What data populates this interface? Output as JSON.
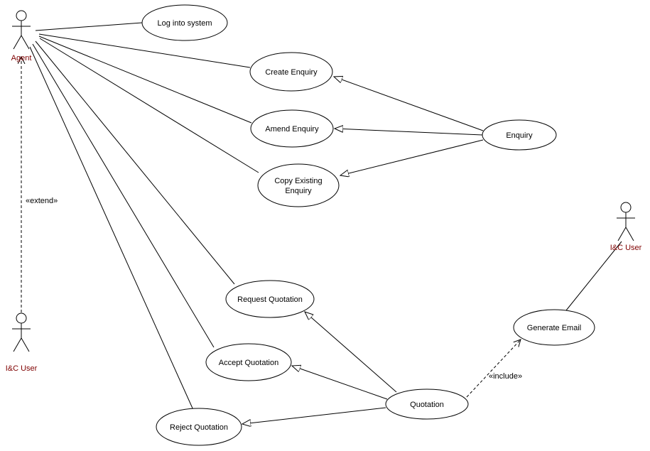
{
  "diagram": {
    "actors": {
      "agent": {
        "label": "Agent"
      },
      "ic_user_left": {
        "label": "I&C User"
      },
      "ic_user_right": {
        "label": "I&C User"
      }
    },
    "use_cases": {
      "log_into_system": {
        "label": "Log into system"
      },
      "create_enquiry": {
        "label": "Create Enquiry"
      },
      "amend_enquiry": {
        "label": "Amend Enquiry"
      },
      "copy_existing_enquiry": {
        "line1": "Copy Existing",
        "line2": "Enquiry"
      },
      "enquiry": {
        "label": "Enquiry"
      },
      "request_quotation": {
        "label": "Request Quotation"
      },
      "generate_email": {
        "label": "Generate Email"
      },
      "accept_quotation": {
        "label": "Accept Quotation"
      },
      "quotation": {
        "label": "Quotation"
      },
      "reject_quotation": {
        "label": "Reject Quotation"
      }
    },
    "relationship_labels": {
      "extend": "«extend»",
      "include": "«include»"
    },
    "colors": {
      "background": "#ffffff",
      "shape_fill": "#ffffff",
      "shape_stroke": "#000000",
      "actor_label": "#7f0000",
      "use_case_label": "#000000"
    }
  }
}
